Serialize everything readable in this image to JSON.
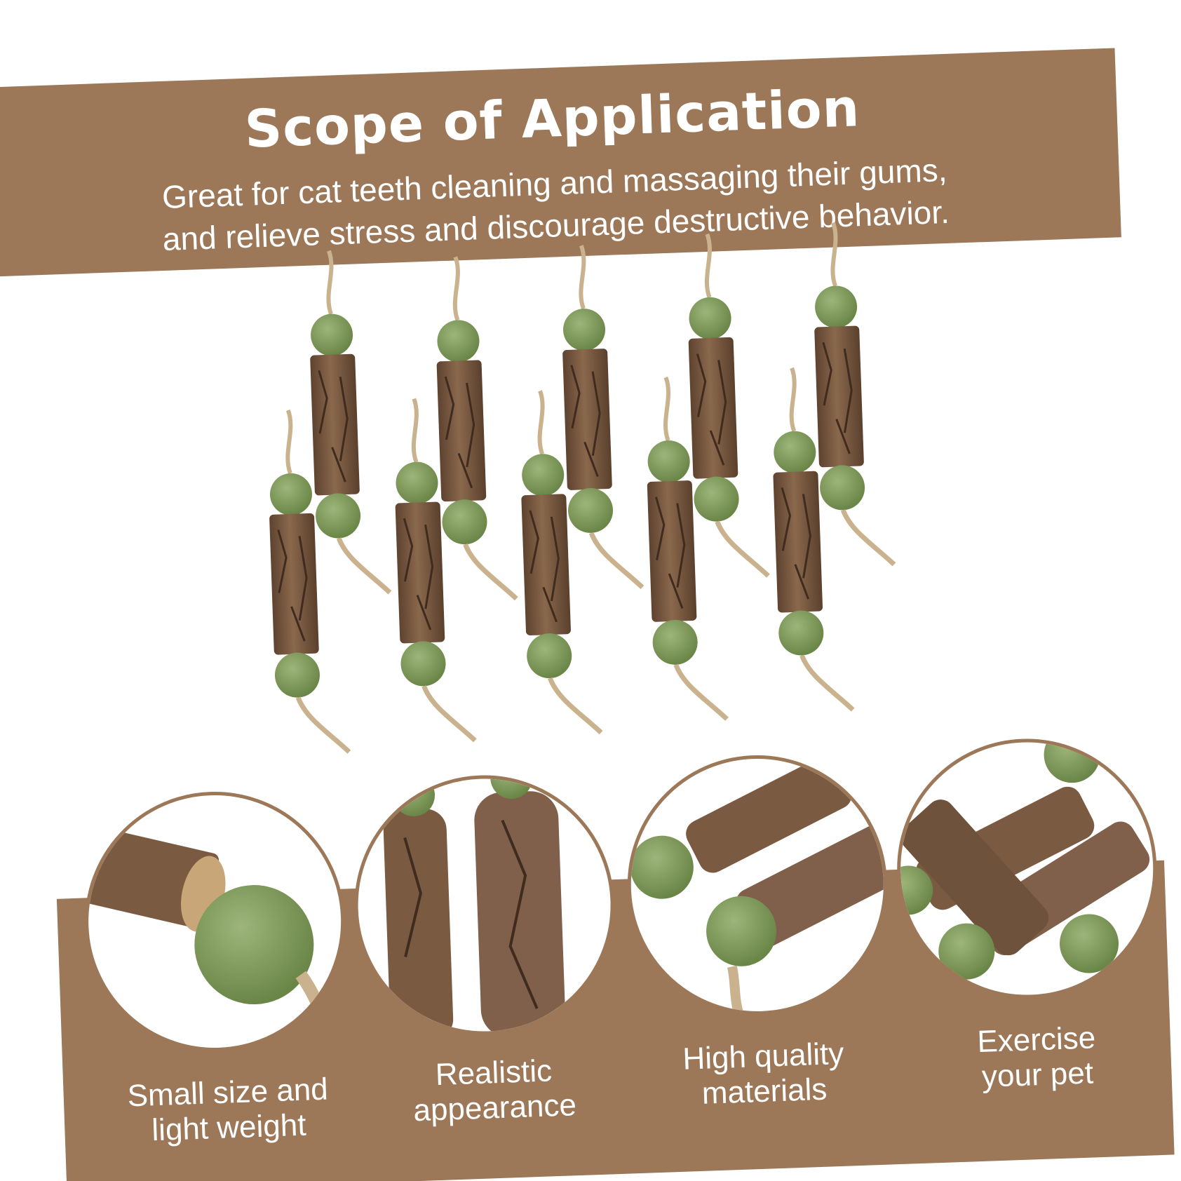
{
  "header": {
    "title": "Scope of Application",
    "subtitle_line1": "Great for cat teeth cleaning and massaging their gums,",
    "subtitle_line2": "and relieve stress and discourage destructive behavior."
  },
  "features": [
    {
      "label_line1": "Small size and",
      "label_line2": "light weight"
    },
    {
      "label_line1": "Realistic",
      "label_line2": "appearance"
    },
    {
      "label_line1": "High quality",
      "label_line2": "materials"
    },
    {
      "label_line1": "Exercise",
      "label_line2": "your pet"
    }
  ],
  "colors": {
    "banner": "#9c7758",
    "ball_green": "#7d9a5c",
    "wood": "#7a5b42",
    "rope": "#c9b28d"
  }
}
